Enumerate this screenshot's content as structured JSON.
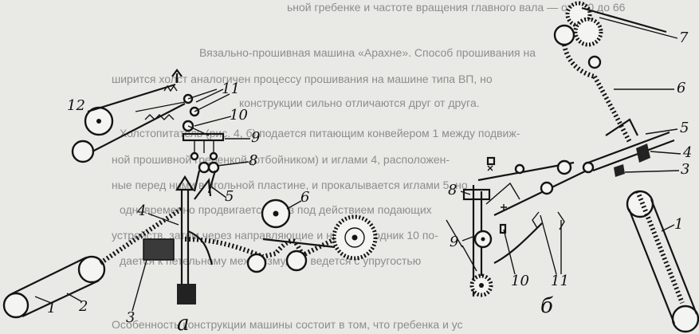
{
  "figure": {
    "parts": [
      "а",
      "б"
    ],
    "labels_a": [
      "1",
      "2",
      "3",
      "4",
      "5",
      "6",
      "8",
      "9",
      "10",
      "11",
      "12"
    ],
    "labels_b": [
      "1",
      "3",
      "4",
      "5",
      "6",
      "7",
      "8",
      "9",
      "10",
      "11"
    ]
  },
  "background_text": [
    "ьной гребенке и частоте вращения главного вала — от 120 до 66",
    "Вязально-прошивная машина «Арахне». Способ прошивания на",
    "ширится холст аналогичен процессу прошивания на машине типа ВП, но",
    "конструкции сильно отличаются друг от друга.",
    "Холстопитатель (рис. 4, б) подается питающим конвейером 1 между подвиж-",
    "ной прошивной гребенкой (отбойником) и иглами 4, расположен-",
    "ные перед ними в игольной пластине, и прокалывается иглами 5, но",
    "одновременно продвигается вниз под действием подающих",
    "устройств, затем через направляющие и нитепроводник 10 по-",
    "дается к петельному механизму, где ведется с упругостью",
    "Особенность конструкции машины состоит в том, что гребенка и ус"
  ]
}
